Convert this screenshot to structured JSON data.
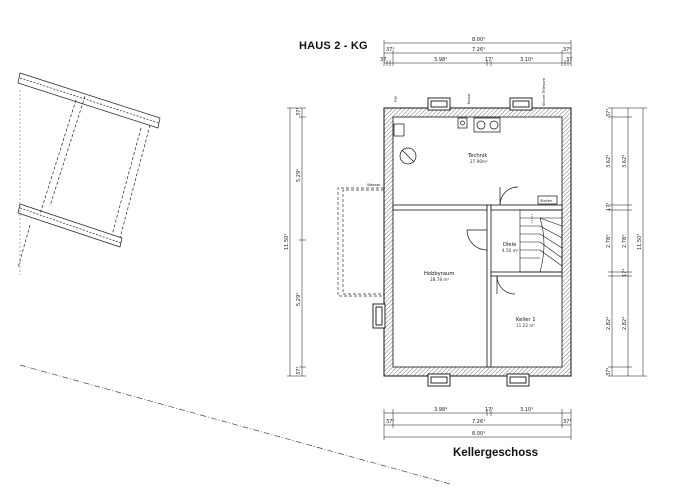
{
  "title": "HAUS 2 - KG",
  "subtitle": "Kellergeschoss",
  "rooms": {
    "technik": {
      "name": "Technik",
      "area": "27.90m²"
    },
    "diele": {
      "name": "Diele",
      "area": "4.50 m²"
    },
    "hobbyraum": {
      "name": "Hobbyraum",
      "area": "28.78 m²"
    },
    "keller": {
      "name": "Keller 1",
      "area": "11.22 m²"
    }
  },
  "labels": {
    "wasser": "Wasser",
    "fw": "FW",
    "kanal": "Kanal",
    "strom": "Strom Telekom",
    "steps": "Stufen"
  },
  "dims": {
    "top_total": "8.00¹",
    "top_inner": "7.26¹",
    "top_left_wall": "37¹",
    "top_right_wall": "37¹",
    "top_left_span": "3.98¹",
    "top_mid_wall": "17¹",
    "top_right_span": "3.10¹",
    "top_edge_a": "37",
    "top_edge_b": "37",
    "bottom_total": "8.00¹",
    "bottom_inner": "7.26¹",
    "bottom_left_wall": "37¹",
    "bottom_right_wall": "37¹",
    "bottom_left_span": "3.98¹",
    "bottom_mid_wall": "17¹",
    "bottom_right_span": "3.10¹",
    "left_total": "11.50¹",
    "left_upper": "5.29¹",
    "left_lower": "5.29¹",
    "left_top_wall": "37¹",
    "left_bottom_wall": "37¹",
    "right_total": "11.50¹",
    "right_a": "3.62¹",
    "right_a2": "3.62¹",
    "right_b": "2.78¹",
    "right_b2": "2.78¹",
    "right_c": "2.82¹",
    "right_c2": "2.82¹",
    "right_w1": "17¹",
    "right_w2": "17¹",
    "right_top_wall": "37¹",
    "right_bottom_wall": "37¹"
  }
}
